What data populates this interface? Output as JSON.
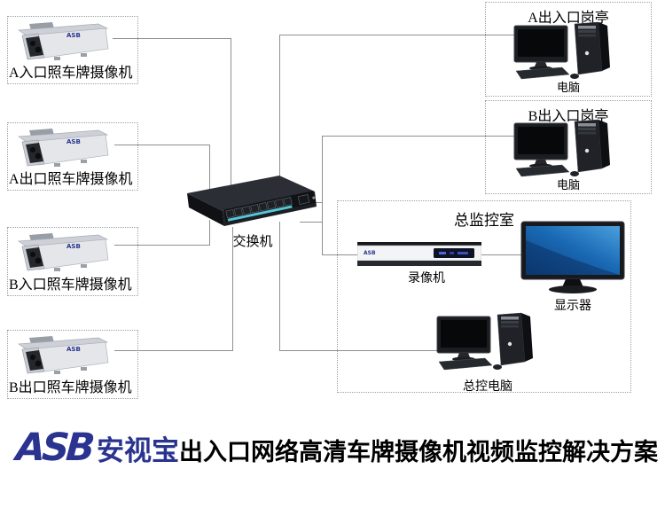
{
  "diagram": {
    "cameras": [
      {
        "label": "A入口照车牌摄像机"
      },
      {
        "label": "A出口照车牌摄像机"
      },
      {
        "label": "B入口照车牌摄像机"
      },
      {
        "label": "B出口照车牌摄像机"
      }
    ],
    "switch_label": "交换机",
    "booths": [
      {
        "title": "A出入口岗亭",
        "device_label": "电脑"
      },
      {
        "title": "B出入口岗亭",
        "device_label": "电脑"
      }
    ],
    "control_room": {
      "title": "总监控室",
      "dvr_label": "录像机",
      "display_label": "显示器",
      "pc_label": "总控电脑"
    },
    "device_brand": "ASB"
  },
  "footer": {
    "logo": "ASB",
    "brand": "安视宝",
    "title": "出入口网络高清车牌摄像机视频监控解决方案"
  },
  "colors": {
    "brand_blue": "#2a3490",
    "line_gray": "#8f8f8f",
    "screen_blue": "#1a6ab5",
    "switch_port_teal": "#56c6d8"
  }
}
